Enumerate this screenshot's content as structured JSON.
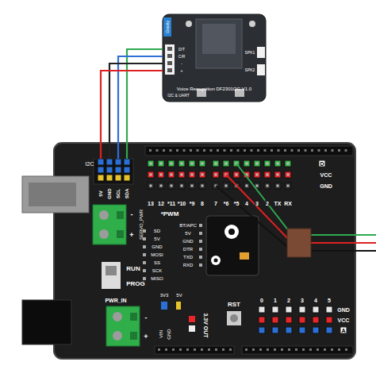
{
  "diagram": {
    "nodes": [
      {
        "text": [
          "Voice Recognition DF2301QG V1.0"
        ]
      },
      {
        "text": [
          "I2C"
        ]
      }
    ],
    "edges": [
      {
        "from": 0,
        "to": 1,
        "arrow": "none"
      },
      {
        "from": 0,
        "to": 1,
        "arrow": "none"
      },
      {
        "from": 0,
        "to": 1,
        "arrow": "none"
      },
      {
        "from": 0,
        "to": 1,
        "arrow": "none"
      }
    ],
    "labels": [
      "Gravity",
      "D/T",
      "C/R",
      "-",
      "+",
      "I2C & UART",
      "SPK1",
      "SPK2",
      "5V",
      "GND",
      "SCL",
      "SDA",
      "-",
      "+",
      "SERVO_PWR",
      "D",
      "VCC",
      "GND",
      "13",
      "12",
      "*11",
      "*10",
      "*9",
      "8",
      "7",
      "*6",
      "*5",
      "4",
      "3",
      "2",
      "TX",
      "RX",
      "*PWM",
      "SD",
      "5V",
      "GND",
      "MOSI",
      "SS",
      "SCK",
      "MISO",
      "BT/APC",
      "5V",
      "GND",
      "DTR",
      "TXD",
      "RXD",
      "RUN",
      "PROG",
      "PWR_IN",
      "-",
      "+",
      "3V3",
      "5V",
      "VIN",
      "GND",
      "3.3V OUT",
      "RST",
      "0",
      "1",
      "2",
      "3",
      "4",
      "5",
      "GND",
      "VCC",
      "A"
    ]
  }
}
